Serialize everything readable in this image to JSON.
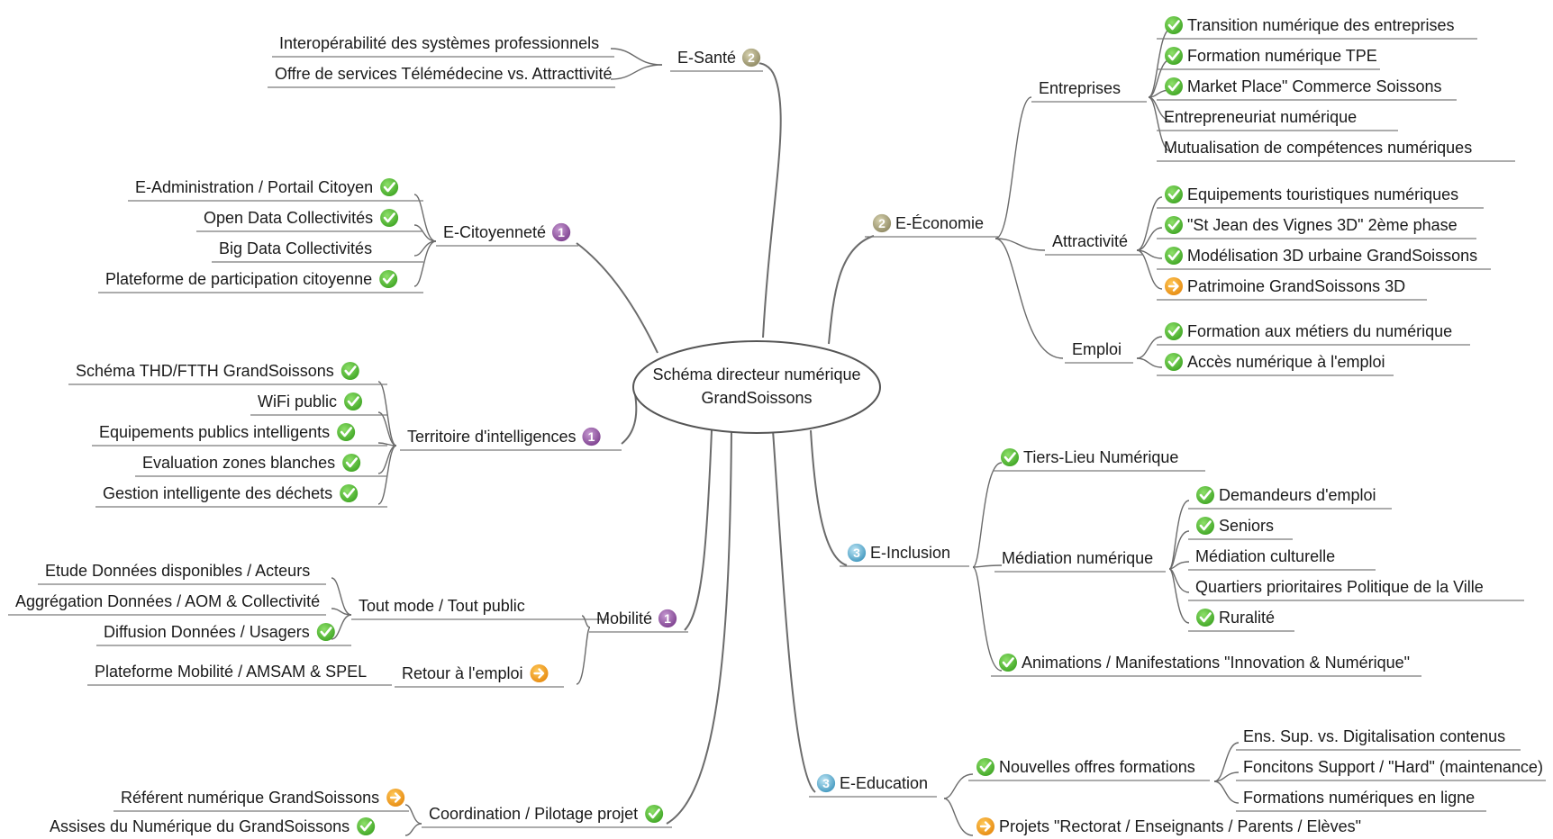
{
  "center": {
    "line1": "Schéma directeur numérique",
    "line2": "GrandSoissons"
  },
  "colors": {
    "done": "#5cc23a",
    "progress": "#f0a020",
    "p1": "#8a4a9a",
    "p2": "#a09a6a",
    "p3": "#4aa3c8",
    "line": "#6b6b6b"
  },
  "icons": {
    "done": "check-icon",
    "progress": "arrow-right-icon",
    "priority": "priority-badge-icon"
  },
  "nodes": {
    "esante": {
      "label": "E-Santé",
      "priority": "2"
    },
    "esante_1": {
      "label": "Interopérabilité des systèmes professionnels"
    },
    "esante_2": {
      "label": "Offre de services Télémédecine vs. Attracttivité"
    },
    "ecit": {
      "label": "E-Citoyenneté",
      "priority": "1"
    },
    "ecit_1": {
      "label": "E-Administration / Portail Citoyen",
      "status": "done"
    },
    "ecit_2": {
      "label": "Open Data Collectivités",
      "status": "done"
    },
    "ecit_3": {
      "label": "Big Data Collectivités"
    },
    "ecit_4": {
      "label": "Plateforme de participation citoyenne",
      "status": "done"
    },
    "terr": {
      "label": "Territoire d'intelligences",
      "priority": "1"
    },
    "terr_1": {
      "label": "Schéma THD/FTTH GrandSoissons",
      "status": "done"
    },
    "terr_2": {
      "label": "WiFi public",
      "status": "done"
    },
    "terr_3": {
      "label": "Equipements publics intelligents",
      "status": "done"
    },
    "terr_4": {
      "label": "Evaluation zones blanches",
      "status": "done"
    },
    "terr_5": {
      "label": "Gestion intelligente des déchets",
      "status": "done"
    },
    "mob": {
      "label": "Mobilité",
      "priority": "1"
    },
    "mob_tm": {
      "label": "Tout mode / Tout public"
    },
    "mob_tm_1": {
      "label": "Etude Données disponibles / Acteurs"
    },
    "mob_tm_2": {
      "label": "Aggrégation Données / AOM & Collectivité"
    },
    "mob_tm_3": {
      "label": "Diffusion Données / Usagers",
      "status": "done"
    },
    "mob_re": {
      "label": "Retour à l'emploi",
      "status": "progress"
    },
    "mob_re_1": {
      "label": "Plateforme Mobilité / AMSAM & SPEL"
    },
    "coord": {
      "label": "Coordination / Pilotage projet",
      "status": "done"
    },
    "coord_1": {
      "label": "Référent numérique GrandSoissons",
      "status": "progress"
    },
    "coord_2": {
      "label": "Assises du Numérique du GrandSoissons",
      "status": "done"
    },
    "eeco": {
      "label": "E-Économie",
      "priority": "2"
    },
    "eeco_ent": {
      "label": "Entreprises"
    },
    "eeco_ent_1": {
      "label": "Transition numérique des entreprises",
      "status": "done"
    },
    "eeco_ent_2": {
      "label": "Formation numérique TPE",
      "status": "done"
    },
    "eeco_ent_3": {
      "label": "Market Place\" Commerce Soissons",
      "status": "done"
    },
    "eeco_ent_4": {
      "label": "Entrepreneuriat numérique"
    },
    "eeco_ent_5": {
      "label": "Mutualisation de compétences numériques"
    },
    "eeco_att": {
      "label": "Attractivité"
    },
    "eeco_att_1": {
      "label": "Equipements touristiques numériques",
      "status": "done"
    },
    "eeco_att_2": {
      "label": "\"St Jean des Vignes 3D\" 2ème phase",
      "status": "done"
    },
    "eeco_att_3": {
      "label": "Modélisation 3D urbaine GrandSoissons",
      "status": "done"
    },
    "eeco_att_4": {
      "label": "Patrimoine GrandSoissons 3D",
      "status": "progress"
    },
    "eeco_emp": {
      "label": "Emploi"
    },
    "eeco_emp_1": {
      "label": "Formation aux métiers du numérique",
      "status": "done"
    },
    "eeco_emp_2": {
      "label": "Accès numérique à l'emploi",
      "status": "done"
    },
    "eincl": {
      "label": "E-Inclusion",
      "priority": "3"
    },
    "eincl_tl": {
      "label": "Tiers-Lieu Numérique",
      "status": "done"
    },
    "eincl_med": {
      "label": "Médiation numérique"
    },
    "eincl_med_1": {
      "label": "Demandeurs d'emploi",
      "status": "done"
    },
    "eincl_med_2": {
      "label": "Seniors",
      "status": "done"
    },
    "eincl_med_3": {
      "label": "Médiation culturelle"
    },
    "eincl_med_4": {
      "label": "Quartiers prioritaires Politique de la Ville"
    },
    "eincl_med_5": {
      "label": "Ruralité",
      "status": "done"
    },
    "eincl_anim": {
      "label": "Animations / Manifestations \"Innovation & Numérique\"",
      "status": "done"
    },
    "eedu": {
      "label": "E-Education",
      "priority": "3"
    },
    "eedu_nof": {
      "label": "Nouvelles offres formations",
      "status": "done"
    },
    "eedu_nof_1": {
      "label": "Ens. Sup. vs. Digitalisation contenus"
    },
    "eedu_nof_2": {
      "label": "Foncitons Support / \"Hard\" (maintenance)"
    },
    "eedu_nof_3": {
      "label": "Formations numériques en ligne"
    },
    "eedu_proj": {
      "label": "Projets \"Rectorat / Enseignants / Parents / Elèves\"",
      "status": "progress"
    }
  }
}
